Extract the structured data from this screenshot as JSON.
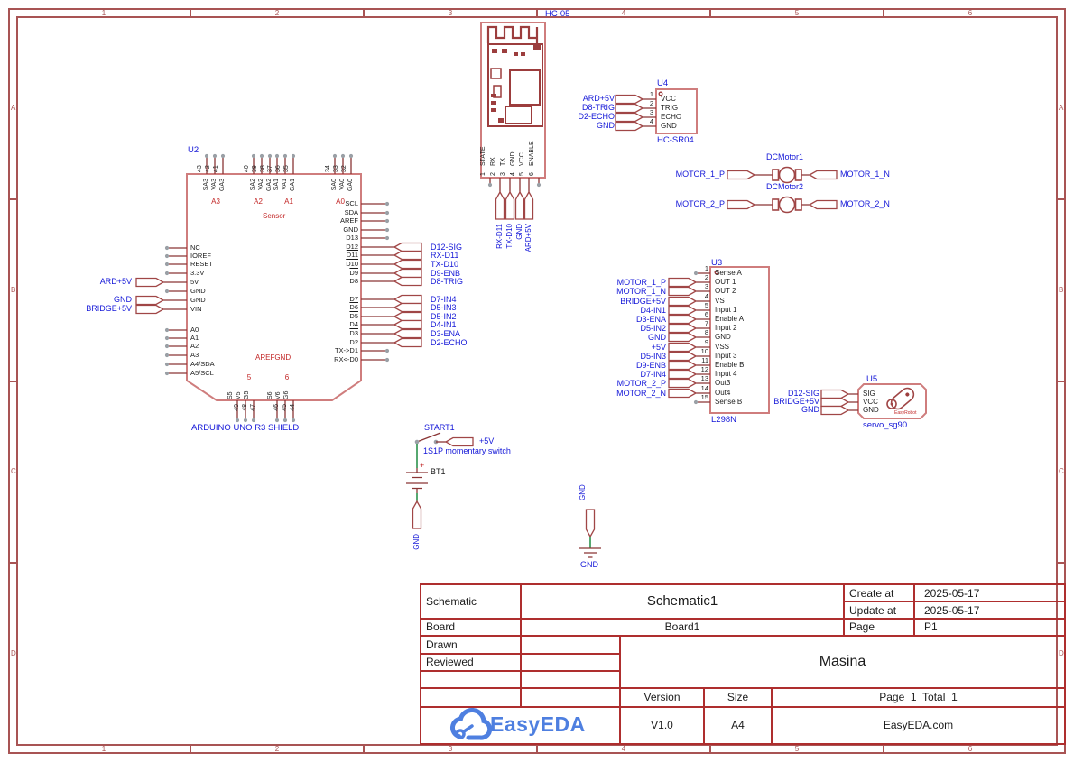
{
  "frame": {
    "cols": [
      "1",
      "2",
      "3",
      "4",
      "5",
      "6"
    ],
    "rows": [
      "A",
      "B",
      "C",
      "D"
    ]
  },
  "title_block": {
    "schematic_label": "Schematic",
    "schematic_value": "Schematic1",
    "create_label": "Create at",
    "create_value": "2025-05-17",
    "update_label": "Update at",
    "update_value": "2025-05-17",
    "board_label": "Board",
    "board_value": "Board1",
    "page_label": "Page",
    "page_value": "P1",
    "drawn_label": "Drawn",
    "reviewed_label": "Reviewed",
    "project_name": "Masina",
    "version_label": "Version",
    "version_value": "V1.0",
    "size_label": "Size",
    "size_value": "A4",
    "page_total": "Page  1  Total  1",
    "company": "EasyEDA.com",
    "logo_text": "EasyEDA"
  },
  "hc05": {
    "ref": "HC-05",
    "pin_numbers": [
      "1",
      "2",
      "3",
      "4",
      "5",
      "6"
    ],
    "pin_names": [
      "STATE",
      "RX",
      "TX",
      "GND",
      "VCC",
      "ENABLE"
    ],
    "net_labels": [
      "RX-D11",
      "TX-D10",
      "GND",
      "ARD+5V"
    ]
  },
  "u4": {
    "ref": "U4",
    "part": "HC-SR04",
    "pin_numbers": [
      "1",
      "2",
      "3",
      "4"
    ],
    "pin_names": [
      "VCC",
      "TRIG",
      "ECHO",
      "GND"
    ],
    "net_labels": [
      "ARD+5V",
      "D8-TRIG",
      "D2-ECHO",
      "GND"
    ]
  },
  "u2": {
    "ref": "U2",
    "part": "ARDUINO UNO R3 SHIELD",
    "sensor_label": "Sensor",
    "aref_label": "AREFGND",
    "group_labels": [
      "A3",
      "A2",
      "A1",
      "A0"
    ],
    "bottom_group_labels": [
      "5",
      "6"
    ],
    "top_numbers": [
      "43",
      "42",
      "41",
      "40",
      "39",
      "38",
      "37",
      "36",
      "35",
      "34",
      "33",
      "32"
    ],
    "top_names": [
      "SA3",
      "VA3",
      "GA3",
      "SA2",
      "VA2",
      "GA2",
      "SA1",
      "VA1",
      "GA1",
      "SA0",
      "VA0",
      "GA0"
    ],
    "bottom_numbers": [
      "49",
      "48",
      "47",
      "46",
      "45",
      "44"
    ],
    "bottom_names": [
      "S5",
      "V5",
      "G5",
      "S6",
      "V6",
      "G6"
    ],
    "left_names": [
      "NC",
      "IOREF",
      "RESET",
      "3.3V",
      "5V",
      "GND",
      "GND",
      "VIN",
      "A0",
      "A1",
      "A2",
      "A3",
      "A4/SDA",
      "A5/SCL"
    ],
    "right_names": [
      "SCL",
      "SDA",
      "AREF",
      "GND",
      "D13",
      "D12",
      "D11",
      "D10",
      "D9",
      "D8",
      "D7",
      "D6",
      "D5",
      "D4",
      "D3",
      "D2",
      "TX->D1",
      "RX<-D0"
    ],
    "left_nets": [
      "ARD+5V",
      "GND",
      "BRIDGE+5V"
    ],
    "right_nets": [
      "D12-SIG",
      "RX-D11",
      "TX-D10",
      "D9-ENB",
      "D8-TRIG",
      "D7-IN4",
      "D5-IN3",
      "D5-IN2",
      "D4-IN1",
      "D3-ENA",
      "D2-ECHO"
    ]
  },
  "u3": {
    "ref": "U3",
    "part": "L298N",
    "pin_numbers": [
      "1",
      "2",
      "3",
      "4",
      "5",
      "6",
      "7",
      "8",
      "9",
      "10",
      "11",
      "12",
      "13",
      "14",
      "15"
    ],
    "pin_names": [
      "Sense A",
      "OUT 1",
      "OUT 2",
      "VS",
      "Input 1",
      "Enable A",
      "Input 2",
      "GND",
      "VSS",
      "Input 3",
      "Enable B",
      "Input 4",
      "Out3",
      "Out4",
      "Sense B"
    ],
    "net_labels": [
      "MOTOR_1_P",
      "MOTOR_1_N",
      "BRIDGE+5V",
      "D4-IN1",
      "D3-ENA",
      "D5-IN2",
      "GND",
      "+5V",
      "D5-IN3",
      "D9-ENB",
      "D7-IN4",
      "MOTOR_2_P",
      "MOTOR_2_N"
    ]
  },
  "motors": {
    "m1_ref": "DCMotor1",
    "m2_ref": "DCMotor2",
    "m1_p": "MOTOR_1_P",
    "m1_n": "MOTOR_1_N",
    "m2_p": "MOTOR_2_P",
    "m2_n": "MOTOR_2_N"
  },
  "u5": {
    "ref": "U5",
    "part": "servo_sg90",
    "brand": "EasyRobot",
    "pin_names": [
      "SIG",
      "VCC",
      "GND"
    ],
    "net_labels": [
      "D12-SIG",
      "BRIDGE+5V",
      "GND"
    ]
  },
  "power": {
    "switch_ref": "START1",
    "switch_desc": "1S1P momentary switch",
    "plus5_net": "+5V",
    "battery_ref": "BT1",
    "battery_plus": "+",
    "gnd_net": "GND"
  },
  "gnd2": {
    "net": "GND",
    "label": "GND"
  },
  "colors": {
    "net_label_blue": "#1518d8",
    "symbol_red": "#a04646",
    "body_pink": "#cf7d7d",
    "frame_red": "#a85454",
    "text_red": "#c22626",
    "wire_green": "#1e8a40",
    "logo_blue": "#4e7fe0"
  }
}
